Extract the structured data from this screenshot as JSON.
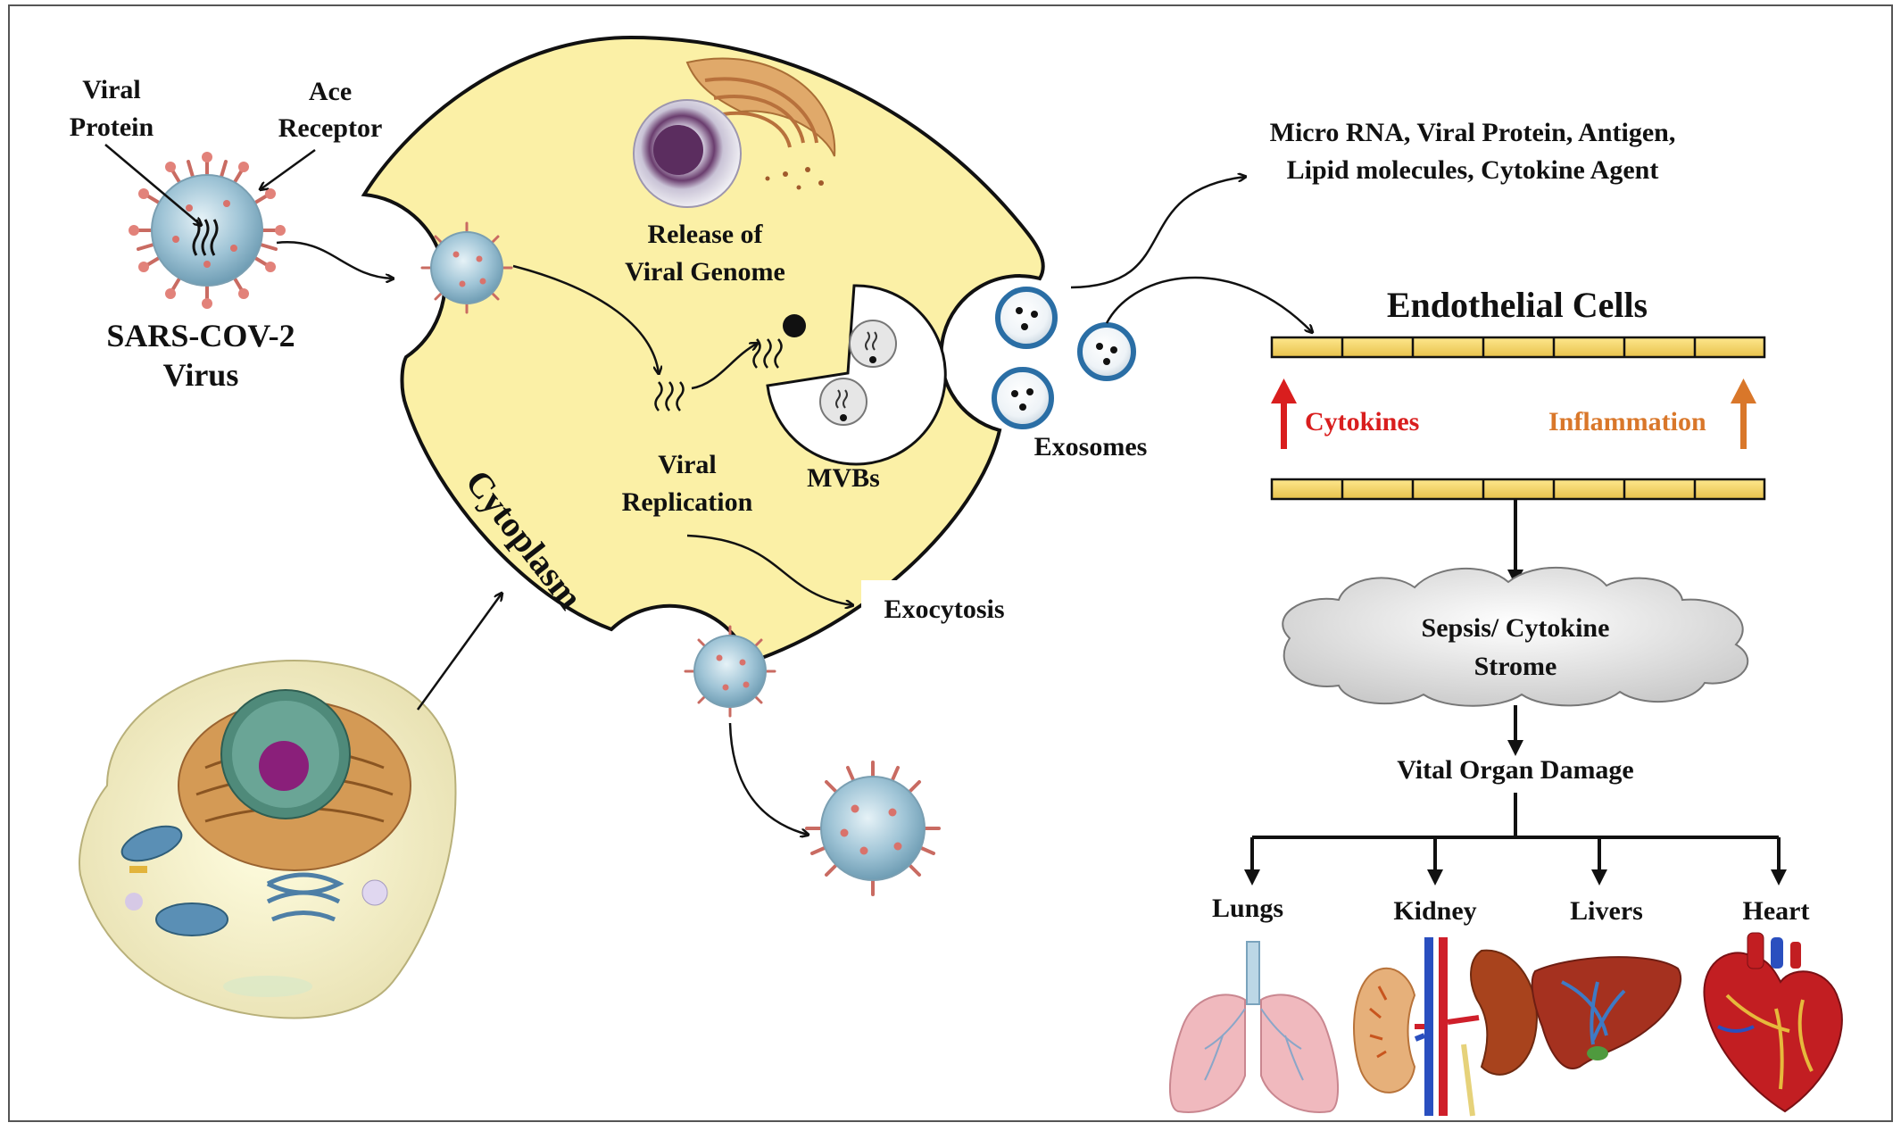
{
  "virus": {
    "viral_protein_line1": "Viral",
    "viral_protein_line2": "Protein",
    "ace_receptor_line1": "Ace",
    "ace_receptor_line2": "Receptor",
    "name_line1": "SARS-COV-2",
    "name_line2": "Virus"
  },
  "cell": {
    "release_line1": "Release of",
    "release_line2": "Viral Genome",
    "replication_line1": "Viral",
    "replication_line2": "Replication",
    "mvbs": "MVBs",
    "cytoplasm": "Cytoplasm",
    "exocytosis": "Exocytosis"
  },
  "exosomes": {
    "label": "Exosomes",
    "cargo_line1": "Micro RNA, Viral Protein, Antigen,",
    "cargo_line2": "Lipid molecules, Cytokine Agent"
  },
  "endothelium": {
    "title": "Endothelial Cells",
    "cytokines": "Cytokines",
    "inflammation": "Inflammation"
  },
  "outcome": {
    "sepsis_line1": "Sepsis/ Cytokine",
    "sepsis_line2": "Strome",
    "organ_damage": "Vital Organ Damage"
  },
  "organs": [
    "Lungs",
    "Kidney",
    "Livers",
    "Heart"
  ],
  "colors": {
    "cell_fill": "#fbf0a6",
    "membrane_bar": "#f4d35e",
    "cytokines": "#d91e1e",
    "inflammation": "#d9772a",
    "cloud": "#e6e6e6"
  }
}
